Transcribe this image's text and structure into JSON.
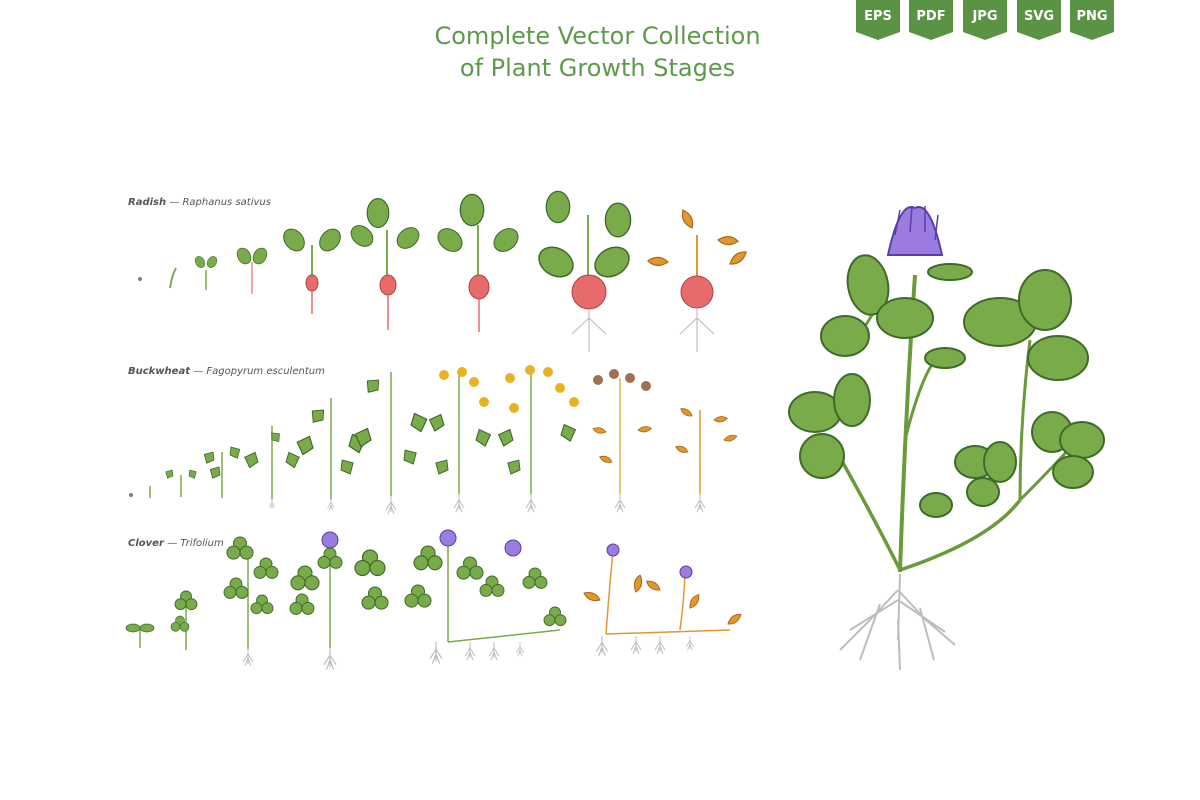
{
  "title": {
    "line1": "Complete Vector Collection",
    "line2": "of Plant Growth Stages"
  },
  "formats": [
    "EPS",
    "PDF",
    "JPG",
    "SVG",
    "PNG"
  ],
  "rows": [
    {
      "name": "Radish",
      "sep": "—",
      "latin": "Raphanus sativus"
    },
    {
      "name": "Buckwheat",
      "sep": "—",
      "latin": "Fagopyrum esculentum"
    },
    {
      "name": "Clover",
      "sep": "—",
      "latin": "Trifolium"
    }
  ],
  "colors": {
    "title": "#5e9a4c",
    "badge": "#5b9345",
    "leaf": "#7aab4a",
    "leaf_outline": "#3e6b2a",
    "root_red": "#e86b6b",
    "flower_purple": "#9b7be0",
    "seed_yellow": "#e8b224",
    "wilted_orange": "#e0982e",
    "root_gray": "#bdbdbd"
  },
  "icons": [
    "radish-stage-icon",
    "buckwheat-stage-icon",
    "clover-stage-icon",
    "clover-large-illustration"
  ]
}
